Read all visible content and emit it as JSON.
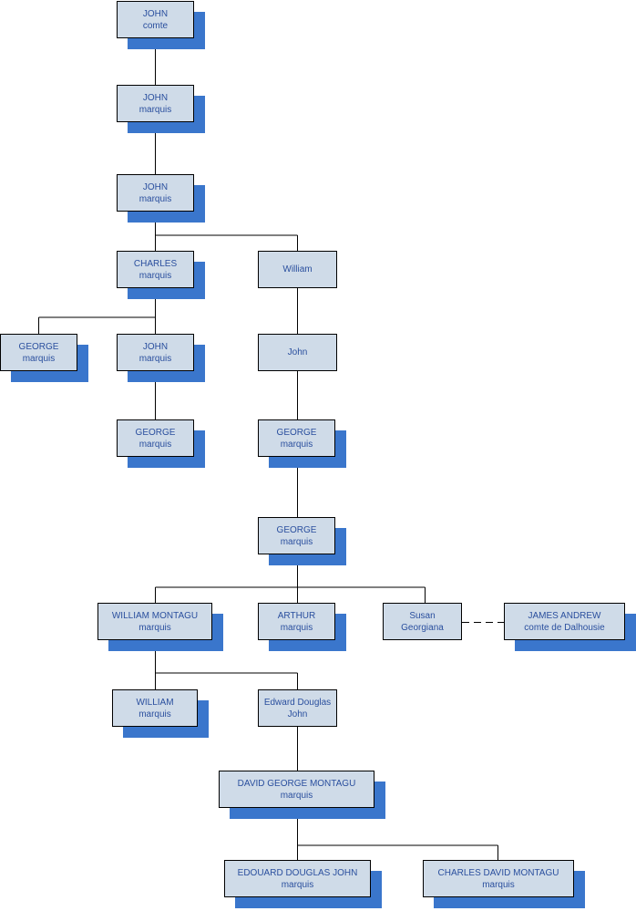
{
  "colors": {
    "box_fill": "#cfdbe8",
    "shadow": "#3a76cc",
    "text": "#2a4f9e",
    "line": "#000000"
  },
  "nodes": [
    {
      "id": "n1",
      "lines": [
        "JOHN",
        "comte"
      ],
      "shadow": true
    },
    {
      "id": "n2",
      "lines": [
        "JOHN",
        "marquis"
      ],
      "shadow": true
    },
    {
      "id": "n3",
      "lines": [
        "JOHN",
        "marquis"
      ],
      "shadow": true
    },
    {
      "id": "n4",
      "lines": [
        "CHARLES",
        "marquis"
      ],
      "shadow": true
    },
    {
      "id": "n5",
      "lines": [
        "William"
      ],
      "shadow": false
    },
    {
      "id": "n6",
      "lines": [
        "GEORGE",
        "marquis"
      ],
      "shadow": true
    },
    {
      "id": "n7",
      "lines": [
        "JOHN",
        "marquis"
      ],
      "shadow": true
    },
    {
      "id": "n8",
      "lines": [
        "John"
      ],
      "shadow": false
    },
    {
      "id": "n9",
      "lines": [
        "GEORGE",
        "marquis"
      ],
      "shadow": true
    },
    {
      "id": "n10",
      "lines": [
        "GEORGE",
        "marquis"
      ],
      "shadow": true
    },
    {
      "id": "n11",
      "lines": [
        "GEORGE",
        "marquis"
      ],
      "shadow": true
    },
    {
      "id": "n12",
      "lines": [
        "WILLIAM MONTAGU",
        "marquis"
      ],
      "shadow": true
    },
    {
      "id": "n13",
      "lines": [
        "ARTHUR",
        "marquis"
      ],
      "shadow": true
    },
    {
      "id": "n14",
      "lines": [
        "Susan",
        "Georgiana"
      ],
      "shadow": false
    },
    {
      "id": "n15",
      "lines": [
        "JAMES ANDREW",
        "comte de Dalhousie"
      ],
      "shadow": true
    },
    {
      "id": "n16",
      "lines": [
        "WILLIAM",
        "marquis"
      ],
      "shadow": true
    },
    {
      "id": "n17",
      "lines": [
        "Edward Douglas",
        "John"
      ],
      "shadow": false
    },
    {
      "id": "n18",
      "lines": [
        "DAVID GEORGE MONTAGU",
        "marquis"
      ],
      "shadow": true
    },
    {
      "id": "n19",
      "lines": [
        "EDOUARD DOUGLAS JOHN",
        "marquis"
      ],
      "shadow": true
    },
    {
      "id": "n20",
      "lines": [
        "CHARLES DAVID MONTAGU",
        "marquis"
      ],
      "shadow": true
    }
  ]
}
